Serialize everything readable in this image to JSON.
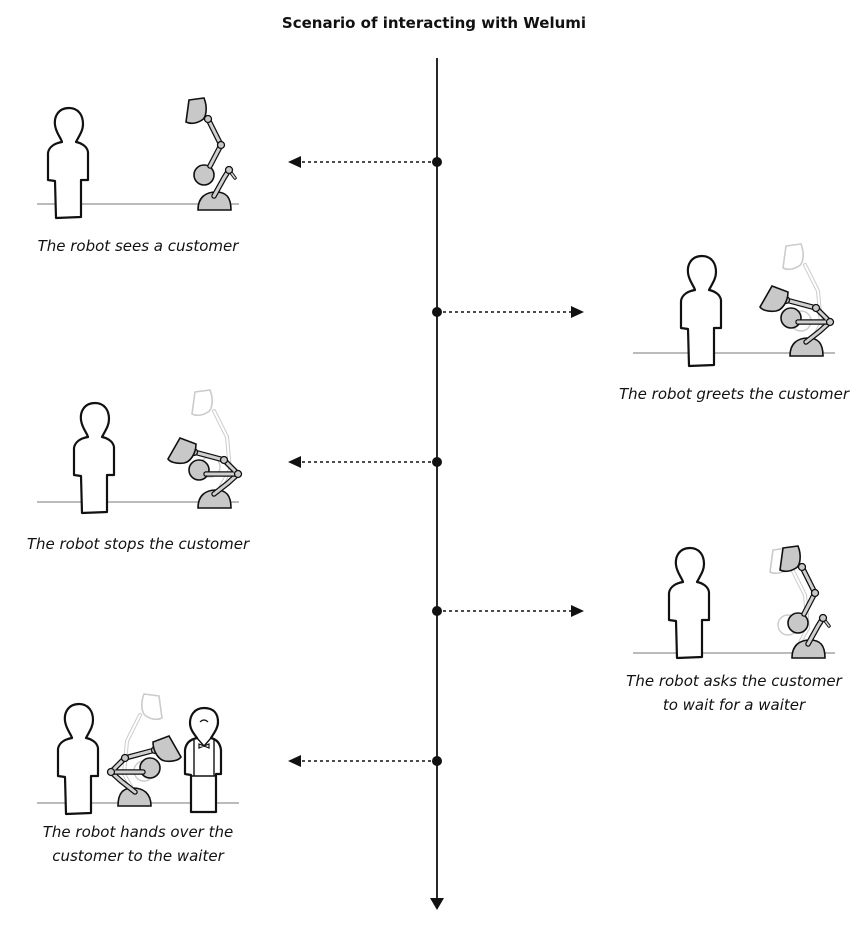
{
  "title": "Scenario of interacting with Welumi",
  "steps": [
    {
      "lines": [
        "The robot sees a customer"
      ]
    },
    {
      "lines": [
        "The robot greets the customer"
      ]
    },
    {
      "lines": [
        "The robot stops the customer"
      ]
    },
    {
      "lines": [
        "The robot asks the customer",
        "to wait for a waiter"
      ]
    },
    {
      "lines": [
        "The robot hands over the",
        "customer to the waiter"
      ]
    }
  ]
}
